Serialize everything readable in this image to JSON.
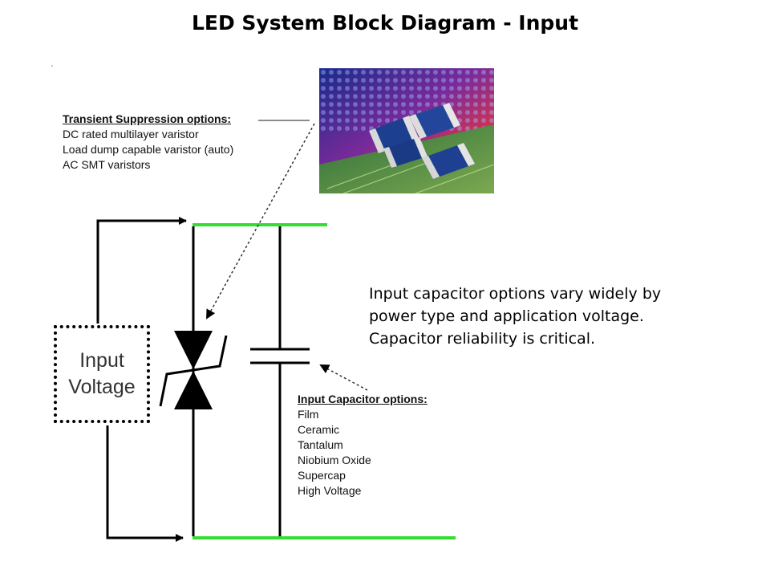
{
  "title": "LED System Block Diagram - Input",
  "transient_suppression": {
    "header": "Transient Suppression options:",
    "items": [
      "DC rated multilayer varistor",
      "Load dump capable varistor (auto)",
      "AC SMT varistors"
    ]
  },
  "input_capacitor": {
    "header": "Input Capacitor options:",
    "items": [
      "Film",
      "Ceramic",
      "Tantalum",
      "Niobium Oxide",
      "Supercap",
      "High Voltage"
    ]
  },
  "input_block": {
    "line1": "Input",
    "line2": "Voltage"
  },
  "note": {
    "lines": [
      "Input capacitor options vary widely by",
      "power type and application voltage.",
      "Capacitor reliability  is critical."
    ]
  },
  "colors": {
    "rail": "#33dd33",
    "wire": "#000000"
  }
}
